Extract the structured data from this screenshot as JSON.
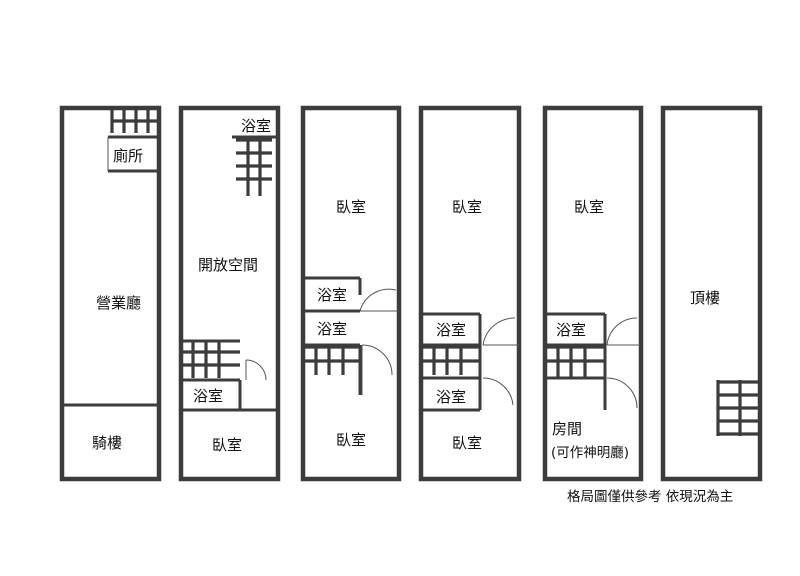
{
  "floors": [
    {
      "rooms": {
        "main": "營業廳",
        "toilet": "廁所",
        "arcade": "騎樓"
      }
    },
    {
      "rooms": {
        "bath_top": "浴室",
        "open": "開放空間",
        "bath_low": "浴室",
        "bed": "臥室"
      }
    },
    {
      "rooms": {
        "bed_top": "臥室",
        "bath1": "浴室",
        "bath2": "浴室",
        "bed_bottom": "臥室"
      }
    },
    {
      "rooms": {
        "bed_top": "臥室",
        "bath1": "浴室",
        "bath2": "浴室",
        "bed_bottom": "臥室"
      }
    },
    {
      "rooms": {
        "bed_top": "臥室",
        "bath": "浴室",
        "room_line1": "房間",
        "room_line2": "(可作神明廳)"
      }
    },
    {
      "rooms": {
        "roof": "頂樓"
      }
    }
  ],
  "note": "格局圖僅供參考 依現況為主",
  "colors": {
    "wall": "#3c3c3c",
    "text": "#111111",
    "background": "#ffffff"
  }
}
